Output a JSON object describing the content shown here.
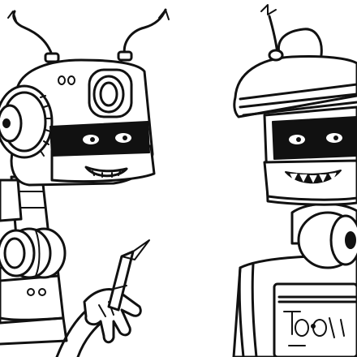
{
  "scene": {
    "colors": {
      "ink": "#111111",
      "paper": "#ffffff"
    },
    "figures": [
      {
        "name": "left-robot",
        "parts": [
          "antenna",
          "antenna",
          "head",
          "round-lens",
          "visor-eyes",
          "smile-mouth",
          "neck",
          "shoulder-joint",
          "arm",
          "hand-holding-pencil",
          "lower-body"
        ]
      },
      {
        "name": "right-robot",
        "parts": [
          "antenna",
          "dome-lid",
          "visor-eyes",
          "toothy-grin",
          "body",
          "shoulder-ball",
          "control-panel"
        ]
      }
    ]
  }
}
